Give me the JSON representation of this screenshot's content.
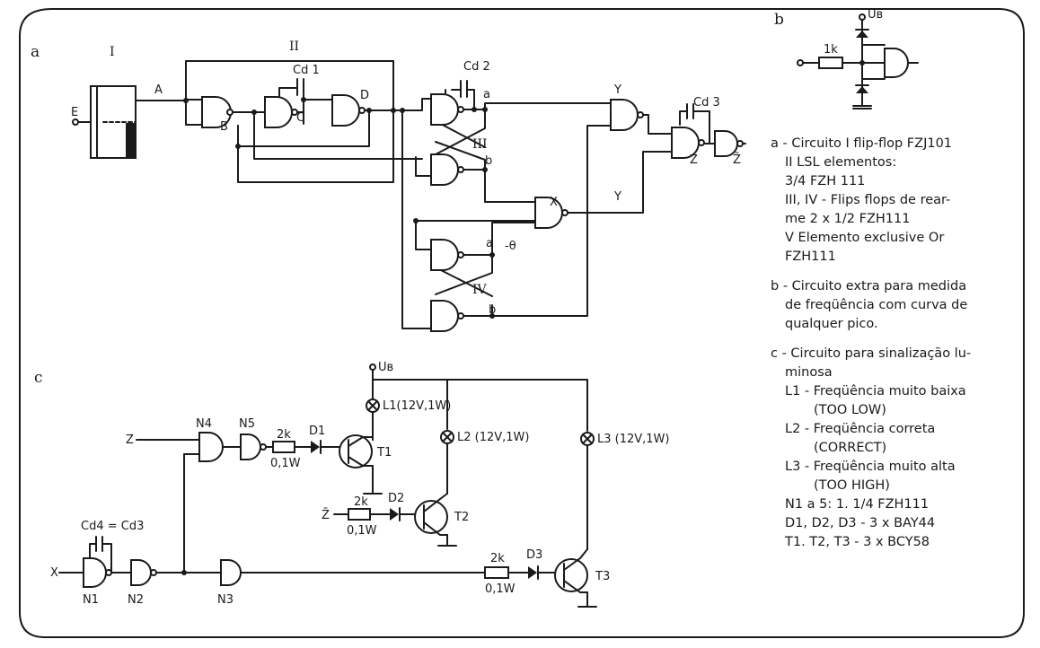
{
  "sections": {
    "a": "a",
    "b": "b",
    "c": "c"
  },
  "blocks": {
    "I": "I",
    "II": "II",
    "III": "III",
    "IV": "IV"
  },
  "nodes": {
    "E": "E",
    "A": "A",
    "B": "B",
    "C": "C",
    "D": "D",
    "a1": "a",
    "b1": "b",
    "a2": "a",
    "b2": "b",
    "a2_note": "-θ",
    "X": "X",
    "Y1": "Y",
    "Y2": "Y",
    "Z": "Z",
    "Zbar": "Z̄"
  },
  "capacitors": {
    "cd1": "Cd 1",
    "cd2": "Cd 2",
    "cd3": "Cd 3",
    "cd4": "Cd4 = Cd3"
  },
  "circuit_b": {
    "supply": "Uʙ",
    "resistor": "1k"
  },
  "circuit_c": {
    "supply": "Uʙ",
    "inputs": {
      "z": "Z",
      "zbar": "Z̄",
      "x": "X"
    },
    "gates": {
      "n1": "N1",
      "n2": "N2",
      "n3": "N3",
      "n4": "N4",
      "n5": "N5"
    },
    "resistors": [
      {
        "value": "2k",
        "power": "0,1W"
      },
      {
        "value": "2k",
        "power": "0,1W"
      },
      {
        "value": "2k",
        "power": "0,1W"
      }
    ],
    "diodes": {
      "d1": "D1",
      "d2": "D2",
      "d3": "D3"
    },
    "transistors": {
      "t1": "T1",
      "t2": "T2",
      "t3": "T3"
    },
    "lamps": {
      "l1": "L1(12V,1W)",
      "l2": "L2 (12V,1W)",
      "l3": "L3 (12V,1W)"
    }
  },
  "legend": {
    "a": [
      "a - Circuito I flip-flop FZJ101",
      "II LSL elementos:",
      "3/4 FZH 111",
      "III, IV - Flips flops de rear-",
      "me 2 x 1/2 FZH111",
      "V Elemento exclusive  Or",
      "FZH111"
    ],
    "b": [
      "b - Circuito extra para medida",
      "de freqüência com curva de",
      "qualquer pico."
    ],
    "c": [
      "c - Circuito para sinalização lu-",
      "minosa",
      "L1 - Freqüência muito baixa",
      "(TOO LOW)",
      "L2 - Freqüência  correta",
      "(CORRECT)",
      "L3 - Freqüência muito alta",
      "(TOO HIGH)",
      "N1 a 5: 1. 1/4 FZH111",
      "D1, D2, D3 - 3 x BAY44",
      "T1. T2, T3 - 3 x BCY58"
    ]
  }
}
